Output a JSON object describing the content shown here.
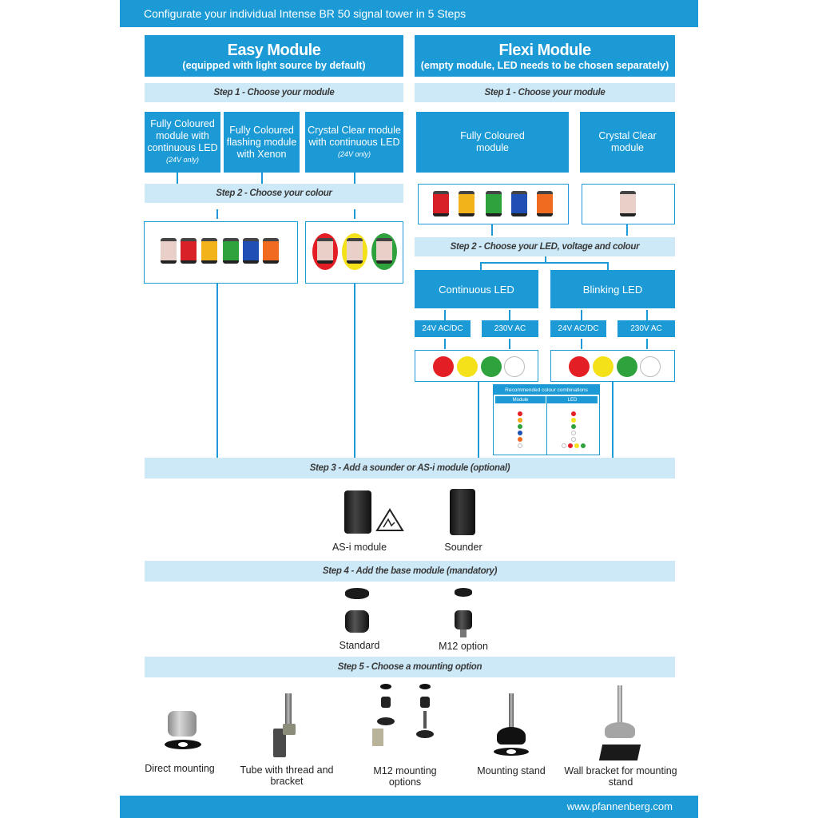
{
  "header": {
    "title": "Configurate your individual Intense BR 50 signal tower in 5 Steps"
  },
  "easy": {
    "title": "Easy Module",
    "subtitle": "(equipped with light source by default)",
    "step1": "Step 1 - Choose your module",
    "mod1": {
      "line1": "Fully Coloured",
      "line2": "module with",
      "line3": "continuous LED",
      "note": "(24V only)"
    },
    "mod2": {
      "line1": "Fully Coloured",
      "line2": "flashing module",
      "line3": "with Xenon"
    },
    "mod3": {
      "line1": "Crystal Clear module",
      "line2": "with continuous LED",
      "note": "(24V only)"
    },
    "step2": "Step 2 - Choose your colour"
  },
  "flexi": {
    "title": "Flexi Module",
    "subtitle": "(empty module, LED needs to be chosen separately)",
    "step1": "Step 1 - Choose your module",
    "mod1": {
      "line1": "Fully Coloured",
      "line2": "module"
    },
    "mod2": {
      "line1": "Crystal Clear",
      "line2": "module"
    },
    "step2": "Step 2 - Choose your LED, voltage and colour",
    "continuous": "Continuous LED",
    "blinking": "Blinking LED",
    "v24": "24V AC/DC",
    "v230": "230V AC",
    "combos": {
      "title": "Recommended colour combinations",
      "col1": "Module",
      "col2": "LED"
    }
  },
  "step3": {
    "label": "Step 3 - Add a sounder or AS-i module (optional)",
    "asi": "AS-i module",
    "sounder": "Sounder"
  },
  "step4": {
    "label": "Step 4 - Add the base module (mandatory)",
    "standard": "Standard",
    "m12": "M12 option"
  },
  "step5": {
    "label": "Step 5 - Choose a mounting option",
    "direct": "Direct mounting",
    "tube1": "Tube with thread and",
    "tube2": "bracket",
    "m12a": "M12 mounting",
    "m12b": "options",
    "stand": "Mounting stand",
    "wall1": "Wall bracket for mounting",
    "wall2": "stand"
  },
  "footer": {
    "url": "www.pfannenberg.com"
  },
  "colors": {
    "blue": "#1b9ad6",
    "lightblue": "#cde9f8",
    "red": "#e31e24",
    "yellow": "#f4e11a",
    "green": "#2ea23c",
    "blueLed": "#1f4fb3",
    "orange": "#f06a1f"
  }
}
